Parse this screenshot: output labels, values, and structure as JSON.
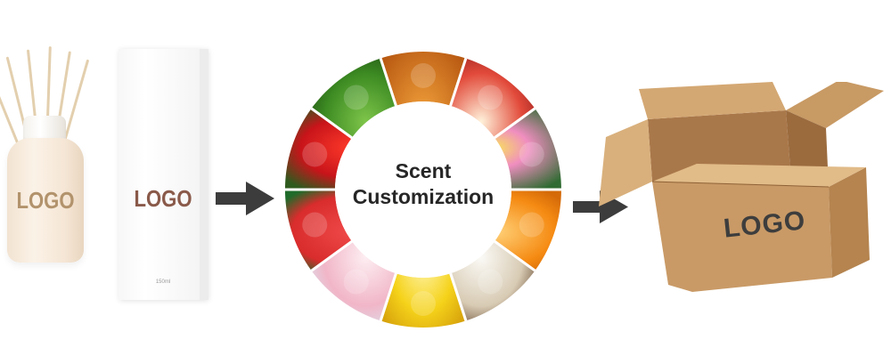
{
  "bottle": {
    "logo": "LOGO",
    "reeds_icon": "reed-sticks-icon"
  },
  "package_box": {
    "logo": "LOGO",
    "volume": "150ml"
  },
  "scent_wheel": {
    "line1": "Scent",
    "line2": "Customization",
    "segments": [
      "pumpkin",
      "apple",
      "lotus",
      "orange",
      "coconut",
      "lemon",
      "cherry-blossom",
      "watermelon",
      "red-rose",
      "green-leaves"
    ]
  },
  "shipping_box": {
    "logo": "LOGO"
  },
  "colors": {
    "arrow": "#3c3c3c",
    "kraft": "#c99a66",
    "box_logo": "#8a5a4a",
    "bottle_logo": "#b2936c"
  }
}
